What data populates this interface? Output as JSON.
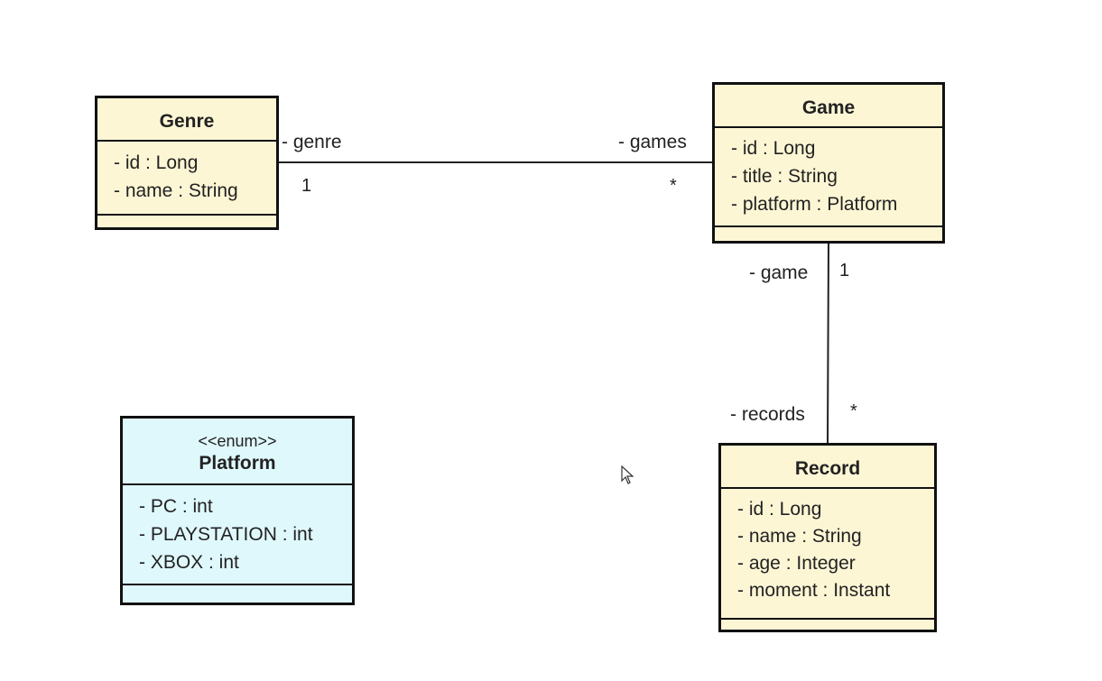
{
  "classes": {
    "genre": {
      "name": "Genre",
      "attributes": [
        "- id : Long",
        "- name : String"
      ]
    },
    "game": {
      "name": "Game",
      "attributes": [
        "- id : Long",
        "- title : String",
        "- platform : Platform"
      ]
    },
    "record": {
      "name": "Record",
      "attributes": [
        "- id : Long",
        "- name : String",
        "- age : Integer",
        "- moment : Instant"
      ]
    },
    "platform": {
      "stereotype": "<<enum>>",
      "name": "Platform",
      "attributes": [
        "- PC : int",
        "- PLAYSTATION : int",
        "- XBOX : int"
      ]
    }
  },
  "associations": {
    "genre_game": {
      "genre_role": "- genre",
      "genre_multiplicity": "1",
      "game_role": "- games",
      "game_multiplicity": "*"
    },
    "game_record": {
      "game_role": "- game",
      "game_multiplicity": "1",
      "record_role": "- records",
      "record_multiplicity": "*"
    }
  },
  "colors": {
    "entity_fill": "#fdf6d5",
    "enum_fill": "#dff8fc",
    "border": "#111111"
  },
  "icons": {
    "cursor": "mouse-pointer-icon"
  }
}
